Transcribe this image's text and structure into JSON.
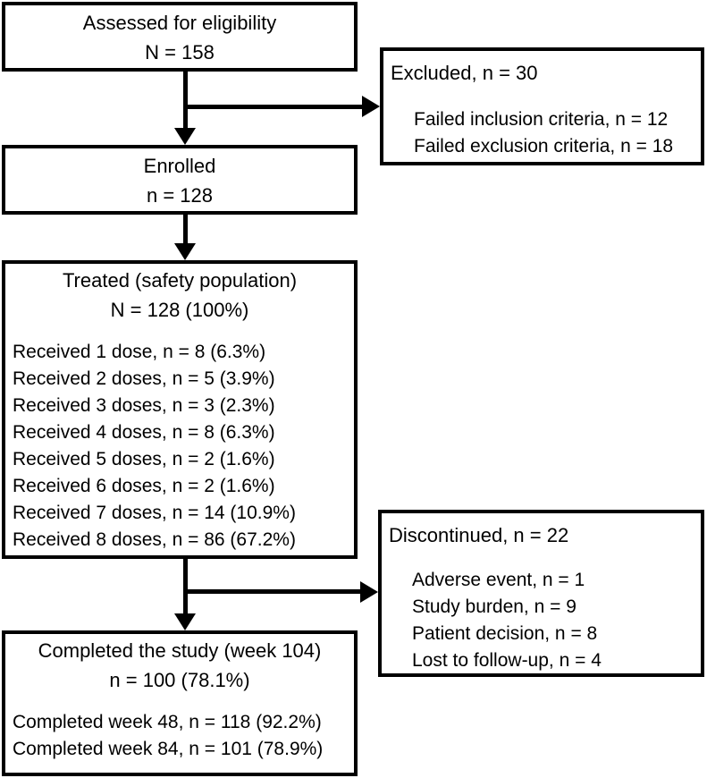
{
  "diagram": {
    "assessed": {
      "line1": "Assessed for eligibility",
      "line2": "N = 158"
    },
    "excluded": {
      "title": "Excluded, n = 30",
      "items": [
        "Failed inclusion criteria, n = 12",
        "Failed exclusion criteria, n = 18"
      ]
    },
    "enrolled": {
      "line1": "Enrolled",
      "line2": "n = 128"
    },
    "treated": {
      "line1": "Treated (safety population)",
      "line2": "N = 128 (100%)",
      "items": [
        "Received 1 dose, n = 8 (6.3%)",
        "Received 2 doses, n = 5 (3.9%)",
        "Received 3 doses, n = 3 (2.3%)",
        "Received 4 doses, n = 8 (6.3%)",
        "Received 5 doses, n = 2 (1.6%)",
        "Received 6 doses, n = 2 (1.6%)",
        "Received 7 doses, n = 14 (10.9%)",
        "Received 8 doses, n = 86 (67.2%)"
      ]
    },
    "discontinued": {
      "title": "Discontinued, n = 22",
      "items": [
        "Adverse event, n = 1",
        "Study burden, n = 9",
        "Patient decision, n = 8",
        "Lost to follow-up, n = 4"
      ]
    },
    "completed": {
      "line1": "Completed the study (week 104)",
      "line2": "n = 100 (78.1%)",
      "items": [
        "Completed week 48, n = 118 (92.2%)",
        "Completed week 84, n = 101 (78.9%)"
      ]
    }
  },
  "colors": {
    "line": "#000000",
    "background": "#ffffff"
  }
}
